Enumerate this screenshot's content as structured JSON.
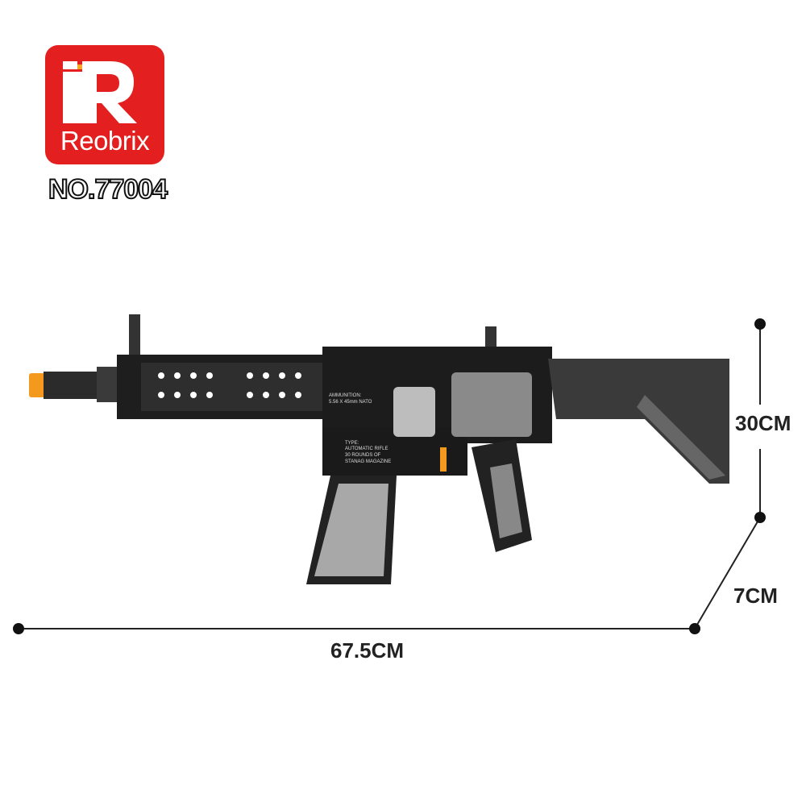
{
  "brand": {
    "name": "Reobrix",
    "model_number": "NO.77004",
    "color": "#e3201f"
  },
  "product_print": {
    "ammunition_label": "AMMUNITION:",
    "ammunition_value": "5.56 X 45mm NATO",
    "type_label": "TYPE:",
    "type_line1": "AUTOMATIC RIFLE",
    "type_line2": "30 ROUNDS OF",
    "type_line3": "STANAG MAGAZINE"
  },
  "dimensions": {
    "height": "30CM",
    "depth": "7CM",
    "length": "67.5CM"
  }
}
